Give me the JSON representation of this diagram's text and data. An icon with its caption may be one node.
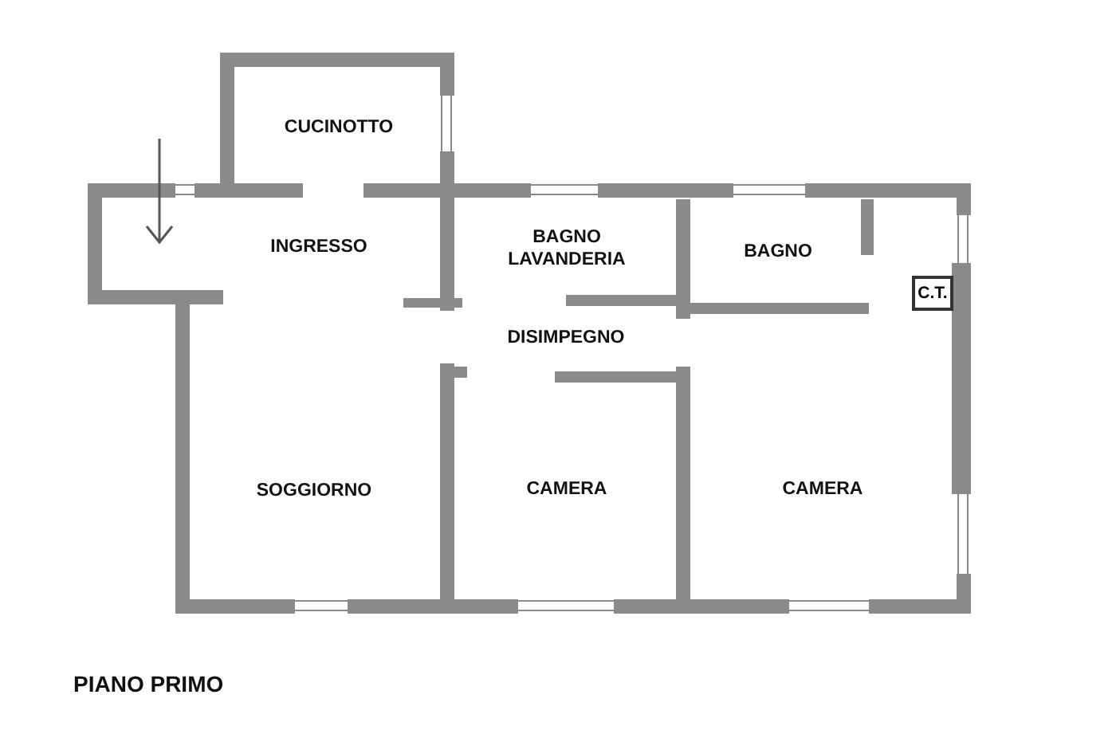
{
  "diagram": {
    "title": "PIANO PRIMO",
    "nodes": [
      {
        "text": [
          "CUCINOTTO"
        ]
      },
      {
        "text": [
          "INGRESSO"
        ]
      },
      {
        "text": [
          "BAGNO LAVANDERIA"
        ]
      },
      {
        "text": [
          "BAGNO"
        ]
      },
      {
        "text": [
          "C.T."
        ]
      },
      {
        "text": [
          "DISIMPEGNO"
        ]
      },
      {
        "text": [
          "SOGGIORNO"
        ]
      },
      {
        "text": [
          "CAMERA"
        ]
      },
      {
        "text": [
          "CAMERA"
        ]
      }
    ]
  }
}
